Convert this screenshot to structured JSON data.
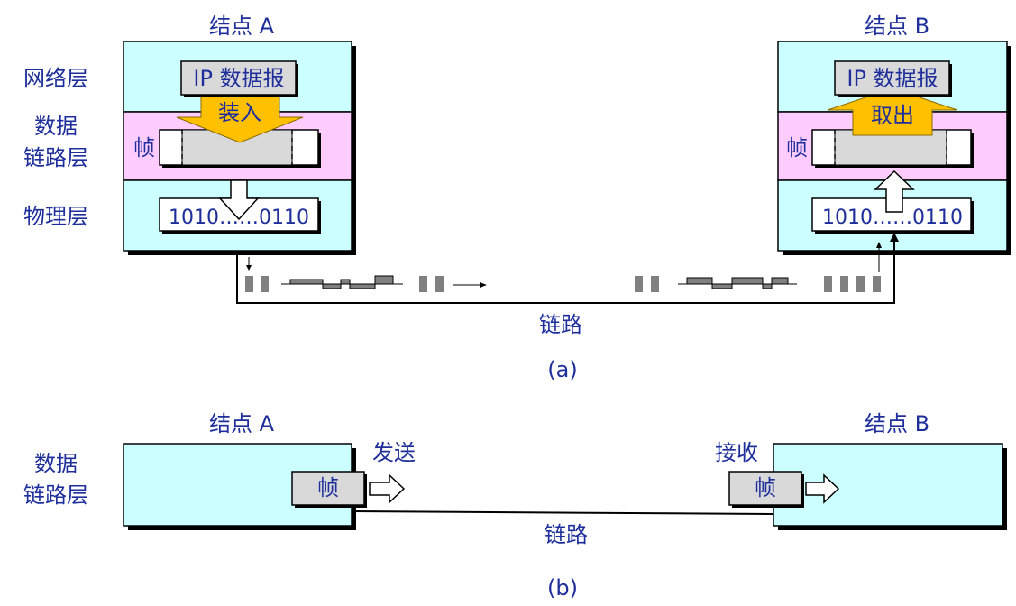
{
  "colors": {
    "layer_cyan": "#ccffff",
    "layer_pink": "#ffccff",
    "text_blue": "#1e2f9c",
    "arrow_yellow": "#ffc000",
    "frame_gray": "#d9d9d9",
    "signal_gray": "#808080"
  },
  "part_a": {
    "node_a_title": "结点 A",
    "node_b_title": "结点 B",
    "layer_network": "网络层",
    "layer_datalink_line1": "数据",
    "layer_datalink_line2": "链路层",
    "layer_physical": "物理层",
    "ip_datagram_a": "IP 数据报",
    "ip_datagram_b": "IP 数据报",
    "encapsulate": "装入",
    "extract": "取出",
    "frame_a": "帧",
    "frame_b": "帧",
    "bits_a": "1010……0110",
    "bits_b": "1010……0110",
    "link": "链路",
    "caption": "(a)"
  },
  "part_b": {
    "node_a_title": "结点 A",
    "node_b_title": "结点 B",
    "layer_datalink_line1": "数据",
    "layer_datalink_line2": "链路层",
    "send": "发送",
    "receive": "接收",
    "frame_a": "帧",
    "frame_b": "帧",
    "link": "链路",
    "caption": "(b)"
  }
}
